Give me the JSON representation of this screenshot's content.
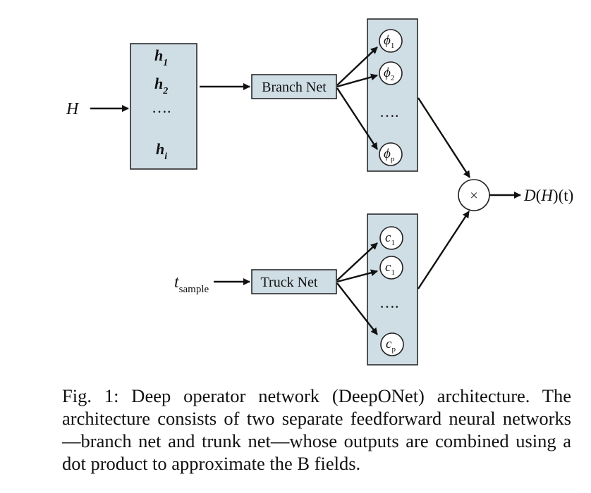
{
  "diagram": {
    "input_h": "H",
    "input_t": "t",
    "input_t_sub": "sample",
    "hidden_units": [
      {
        "base": "h",
        "sub": "1"
      },
      {
        "base": "h",
        "sub": "2"
      },
      {
        "base": "h",
        "sub": "i"
      }
    ],
    "dots": "….",
    "branch_label": "Branch Net",
    "trunk_label": "Truck Net",
    "phi_nodes": [
      {
        "base": "ϕ",
        "sub": "1"
      },
      {
        "base": "ϕ",
        "sub": "2"
      },
      {
        "base": "ϕ",
        "sub": "p"
      }
    ],
    "c_nodes": [
      {
        "base": "c",
        "sub": "1"
      },
      {
        "base": "c",
        "sub": "1"
      },
      {
        "base": "c",
        "sub": "p"
      }
    ],
    "multiply_symbol": "×",
    "output_D": "D",
    "output_H": "H",
    "output_t": "(t)"
  },
  "caption": {
    "text": "Fig. 1: Deep operator network (DeepONet) architecture. The architecture consists of two separate feedforward neural networks—branch net and trunk net—whose outputs are combined using a dot product to approximate the B fields."
  }
}
